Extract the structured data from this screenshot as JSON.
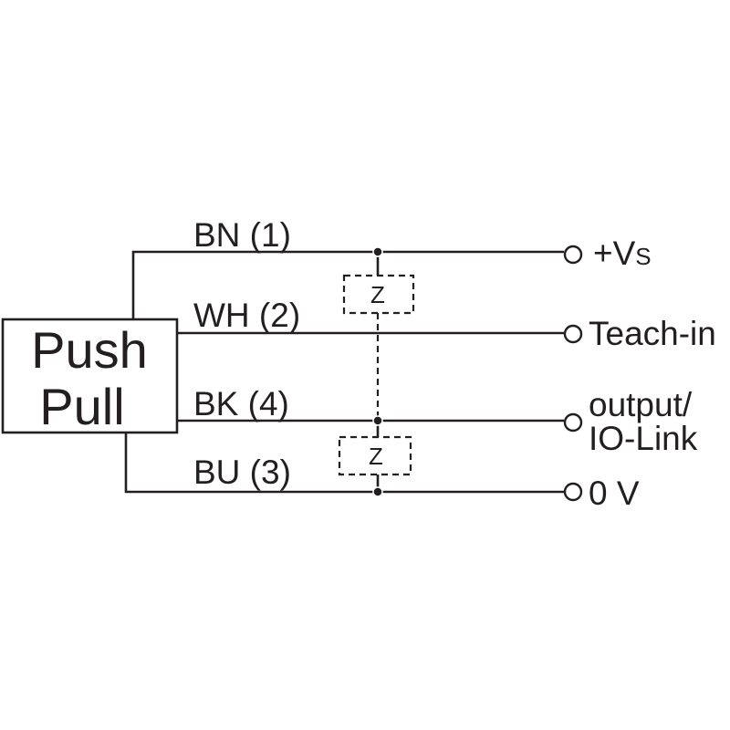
{
  "block": {
    "line1": "Push",
    "line2": "Pull"
  },
  "wires": [
    {
      "label": "BN (1)",
      "terminal": "+V",
      "terminal_sub": "S"
    },
    {
      "label": "WH (2)",
      "terminal": "Teach-in"
    },
    {
      "label": "BK (4)",
      "terminal_line1": "output/",
      "terminal_line2": "IO-Link"
    },
    {
      "label": "BU (3)",
      "terminal": "0 V"
    }
  ],
  "loads": [
    {
      "label": "Z"
    },
    {
      "label": "Z"
    }
  ],
  "colors": {
    "line": "#231f20",
    "background": "#ffffff"
  }
}
